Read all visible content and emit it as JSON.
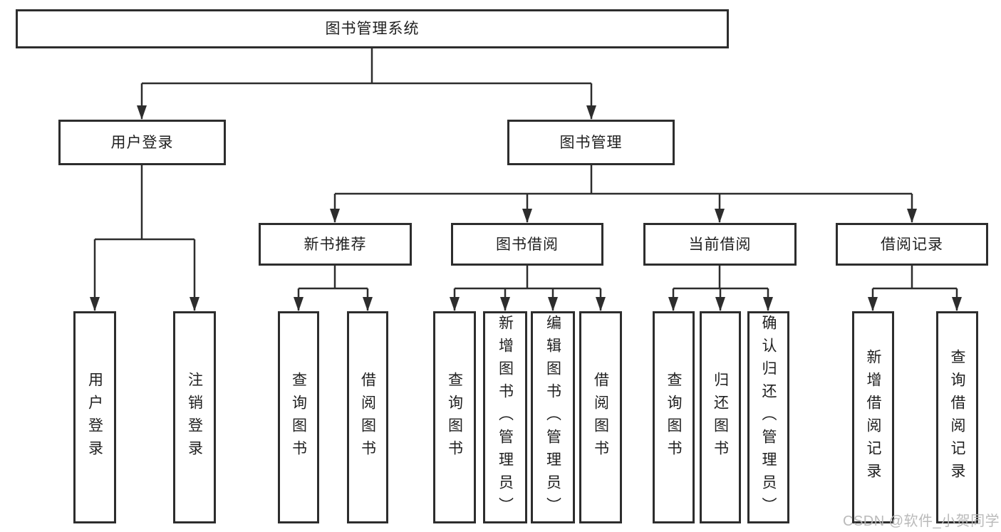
{
  "diagram": {
    "title": "图书管理系统",
    "tree": {
      "label": "图书管理系统",
      "children": [
        {
          "label": "用户登录",
          "children": [
            {
              "label": "用户登录"
            },
            {
              "label": "注销登录"
            }
          ]
        },
        {
          "label": "图书管理",
          "children": [
            {
              "label": "新书推荐",
              "children": [
                {
                  "label": "查询图书"
                },
                {
                  "label": "借阅图书"
                }
              ]
            },
            {
              "label": "图书借阅",
              "children": [
                {
                  "label": "查询图书"
                },
                {
                  "label": "新增图书（管理员）"
                },
                {
                  "label": "编辑图书（管理员）"
                },
                {
                  "label": "借阅图书"
                }
              ]
            },
            {
              "label": "当前借阅",
              "children": [
                {
                  "label": "查询图书"
                },
                {
                  "label": "归还图书"
                },
                {
                  "label": "确认归还（管理员）"
                }
              ]
            },
            {
              "label": "借阅记录",
              "children": [
                {
                  "label": "新增借阅记录"
                },
                {
                  "label": "查询借阅记录"
                }
              ]
            }
          ]
        }
      ]
    }
  },
  "watermark": {
    "text": "CSDN @软件_小贺同学"
  },
  "colors": {
    "line": "#2d2d2d",
    "box_border": "#2d2d2d",
    "text": "#1f1f1f",
    "watermark": "#b6b6b6",
    "background": "#ffffff"
  }
}
